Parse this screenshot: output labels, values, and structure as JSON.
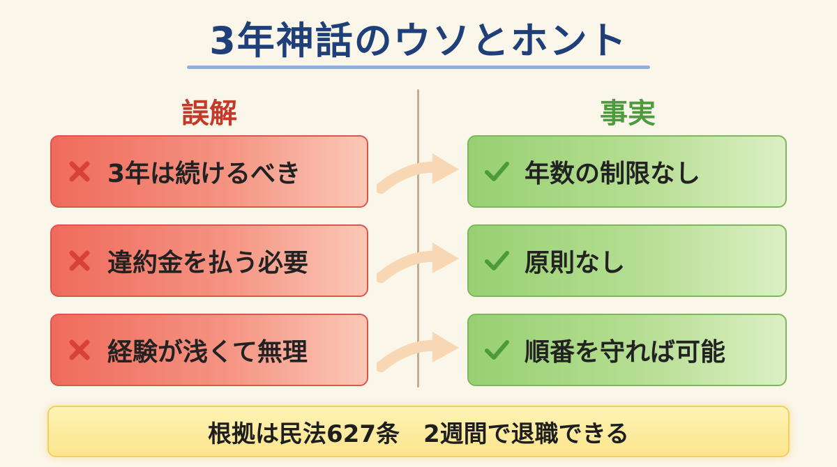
{
  "title": "3年神話のウソとホント",
  "left_header": "誤解",
  "right_header": "事実",
  "myths": [
    {
      "icon": "x-mark-icon",
      "text": "3年は続けるべき"
    },
    {
      "icon": "x-mark-icon",
      "text": "違約金を払う必要"
    },
    {
      "icon": "x-mark-icon",
      "text": "経験が浅くて無理"
    }
  ],
  "facts": [
    {
      "icon": "check-mark-icon",
      "text": "年数の制限なし"
    },
    {
      "icon": "check-mark-icon",
      "text": "原則なし"
    },
    {
      "icon": "check-mark-icon",
      "text": "順番を守れば可能"
    }
  ],
  "footer": "根拠は民法627条　2週間で退職できる",
  "colors": {
    "title": "#1f3f78",
    "myth_header": "#c23b2a",
    "fact_header": "#4f9a3e",
    "myth_box": "#ef6b5c",
    "fact_box": "#97d072",
    "footer_box": "#fbe58c",
    "arrow": "#f8d8b4"
  }
}
